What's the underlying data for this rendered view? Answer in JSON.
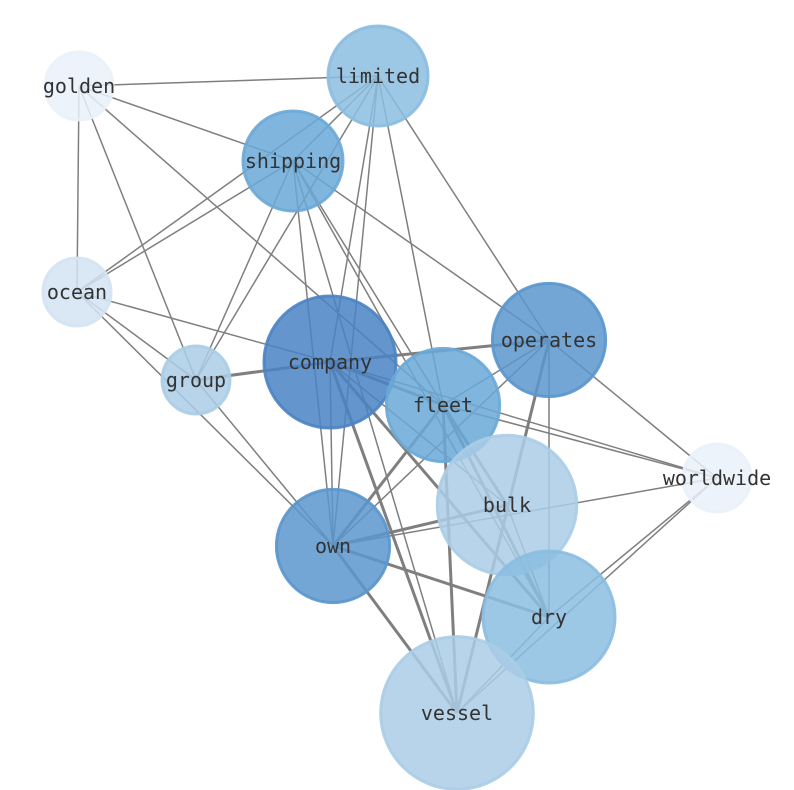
{
  "graph": {
    "nodes": [
      {
        "id": "golden",
        "label": "golden",
        "color": "#eaf1fa",
        "weight": 1
      },
      {
        "id": "limited",
        "label": "limited",
        "color": "#8bbde0",
        "weight": 2
      },
      {
        "id": "shipping",
        "label": "shipping",
        "color": "#6aa9d7",
        "weight": 2
      },
      {
        "id": "ocean",
        "label": "ocean",
        "color": "#d3e3f3",
        "weight": 1
      },
      {
        "id": "company",
        "label": "company",
        "color": "#4a83c4",
        "weight": 5
      },
      {
        "id": "operates",
        "label": "operates",
        "color": "#5a96cc",
        "weight": 3
      },
      {
        "id": "group",
        "label": "group",
        "color": "#aacde6",
        "weight": 1
      },
      {
        "id": "fleet",
        "label": "fleet",
        "color": "#6aa9d7",
        "weight": 3
      },
      {
        "id": "worldwide",
        "label": "worldwide",
        "color": "#eaf1fa",
        "weight": 1
      },
      {
        "id": "bulk",
        "label": "bulk",
        "color": "#aacde6",
        "weight": 6
      },
      {
        "id": "own",
        "label": "own",
        "color": "#5a96cc",
        "weight": 3
      },
      {
        "id": "dry",
        "label": "dry",
        "color": "#8bbde0",
        "weight": 5
      },
      {
        "id": "vessel",
        "label": "vessel",
        "color": "#aacde6",
        "weight": 8
      }
    ],
    "edges": [
      {
        "source": "golden",
        "target": "limited",
        "weight": 1
      },
      {
        "source": "golden",
        "target": "shipping",
        "weight": 1
      },
      {
        "source": "golden",
        "target": "ocean",
        "weight": 1
      },
      {
        "source": "golden",
        "target": "group",
        "weight": 1
      },
      {
        "source": "golden",
        "target": "fleet",
        "weight": 1
      },
      {
        "source": "limited",
        "target": "shipping",
        "weight": 1
      },
      {
        "source": "limited",
        "target": "ocean",
        "weight": 1
      },
      {
        "source": "limited",
        "target": "group",
        "weight": 1
      },
      {
        "source": "limited",
        "target": "company",
        "weight": 1
      },
      {
        "source": "limited",
        "target": "own",
        "weight": 1
      },
      {
        "source": "limited",
        "target": "fleet",
        "weight": 1
      },
      {
        "source": "limited",
        "target": "operates",
        "weight": 1
      },
      {
        "source": "shipping",
        "target": "ocean",
        "weight": 1
      },
      {
        "source": "shipping",
        "target": "group",
        "weight": 1
      },
      {
        "source": "shipping",
        "target": "own",
        "weight": 1
      },
      {
        "source": "shipping",
        "target": "vessel",
        "weight": 1
      },
      {
        "source": "shipping",
        "target": "dry",
        "weight": 1
      },
      {
        "source": "shipping",
        "target": "fleet",
        "weight": 1
      },
      {
        "source": "shipping",
        "target": "operates",
        "weight": 1
      },
      {
        "source": "ocean",
        "target": "company",
        "weight": 1
      },
      {
        "source": "ocean",
        "target": "own",
        "weight": 1
      },
      {
        "source": "ocean",
        "target": "group",
        "weight": 1
      },
      {
        "source": "company",
        "target": "group",
        "weight": 2
      },
      {
        "source": "company",
        "target": "operates",
        "weight": 2
      },
      {
        "source": "company",
        "target": "fleet",
        "weight": 2
      },
      {
        "source": "company",
        "target": "own",
        "weight": 1
      },
      {
        "source": "company",
        "target": "vessel",
        "weight": 2
      },
      {
        "source": "company",
        "target": "dry",
        "weight": 2
      },
      {
        "source": "company",
        "target": "bulk",
        "weight": 1
      },
      {
        "source": "company",
        "target": "worldwide",
        "weight": 1
      },
      {
        "source": "group",
        "target": "own",
        "weight": 1
      },
      {
        "source": "operates",
        "target": "own",
        "weight": 1
      },
      {
        "source": "operates",
        "target": "vessel",
        "weight": 2
      },
      {
        "source": "operates",
        "target": "dry",
        "weight": 1
      },
      {
        "source": "operates",
        "target": "worldwide",
        "weight": 1
      },
      {
        "source": "operates",
        "target": "fleet",
        "weight": 1
      },
      {
        "source": "fleet",
        "target": "own",
        "weight": 2
      },
      {
        "source": "fleet",
        "target": "vessel",
        "weight": 2
      },
      {
        "source": "fleet",
        "target": "dry",
        "weight": 2
      },
      {
        "source": "fleet",
        "target": "bulk",
        "weight": 2
      },
      {
        "source": "fleet",
        "target": "worldwide",
        "weight": 1
      },
      {
        "source": "worldwide",
        "target": "own",
        "weight": 1
      },
      {
        "source": "worldwide",
        "target": "vessel",
        "weight": 1
      },
      {
        "source": "worldwide",
        "target": "dry",
        "weight": 1
      },
      {
        "source": "own",
        "target": "bulk",
        "weight": 2
      },
      {
        "source": "own",
        "target": "dry",
        "weight": 2
      },
      {
        "source": "own",
        "target": "vessel",
        "weight": 2
      },
      {
        "source": "dry",
        "target": "vessel",
        "weight": 1
      },
      {
        "source": "bulk",
        "target": "dry",
        "weight": 1
      }
    ]
  }
}
